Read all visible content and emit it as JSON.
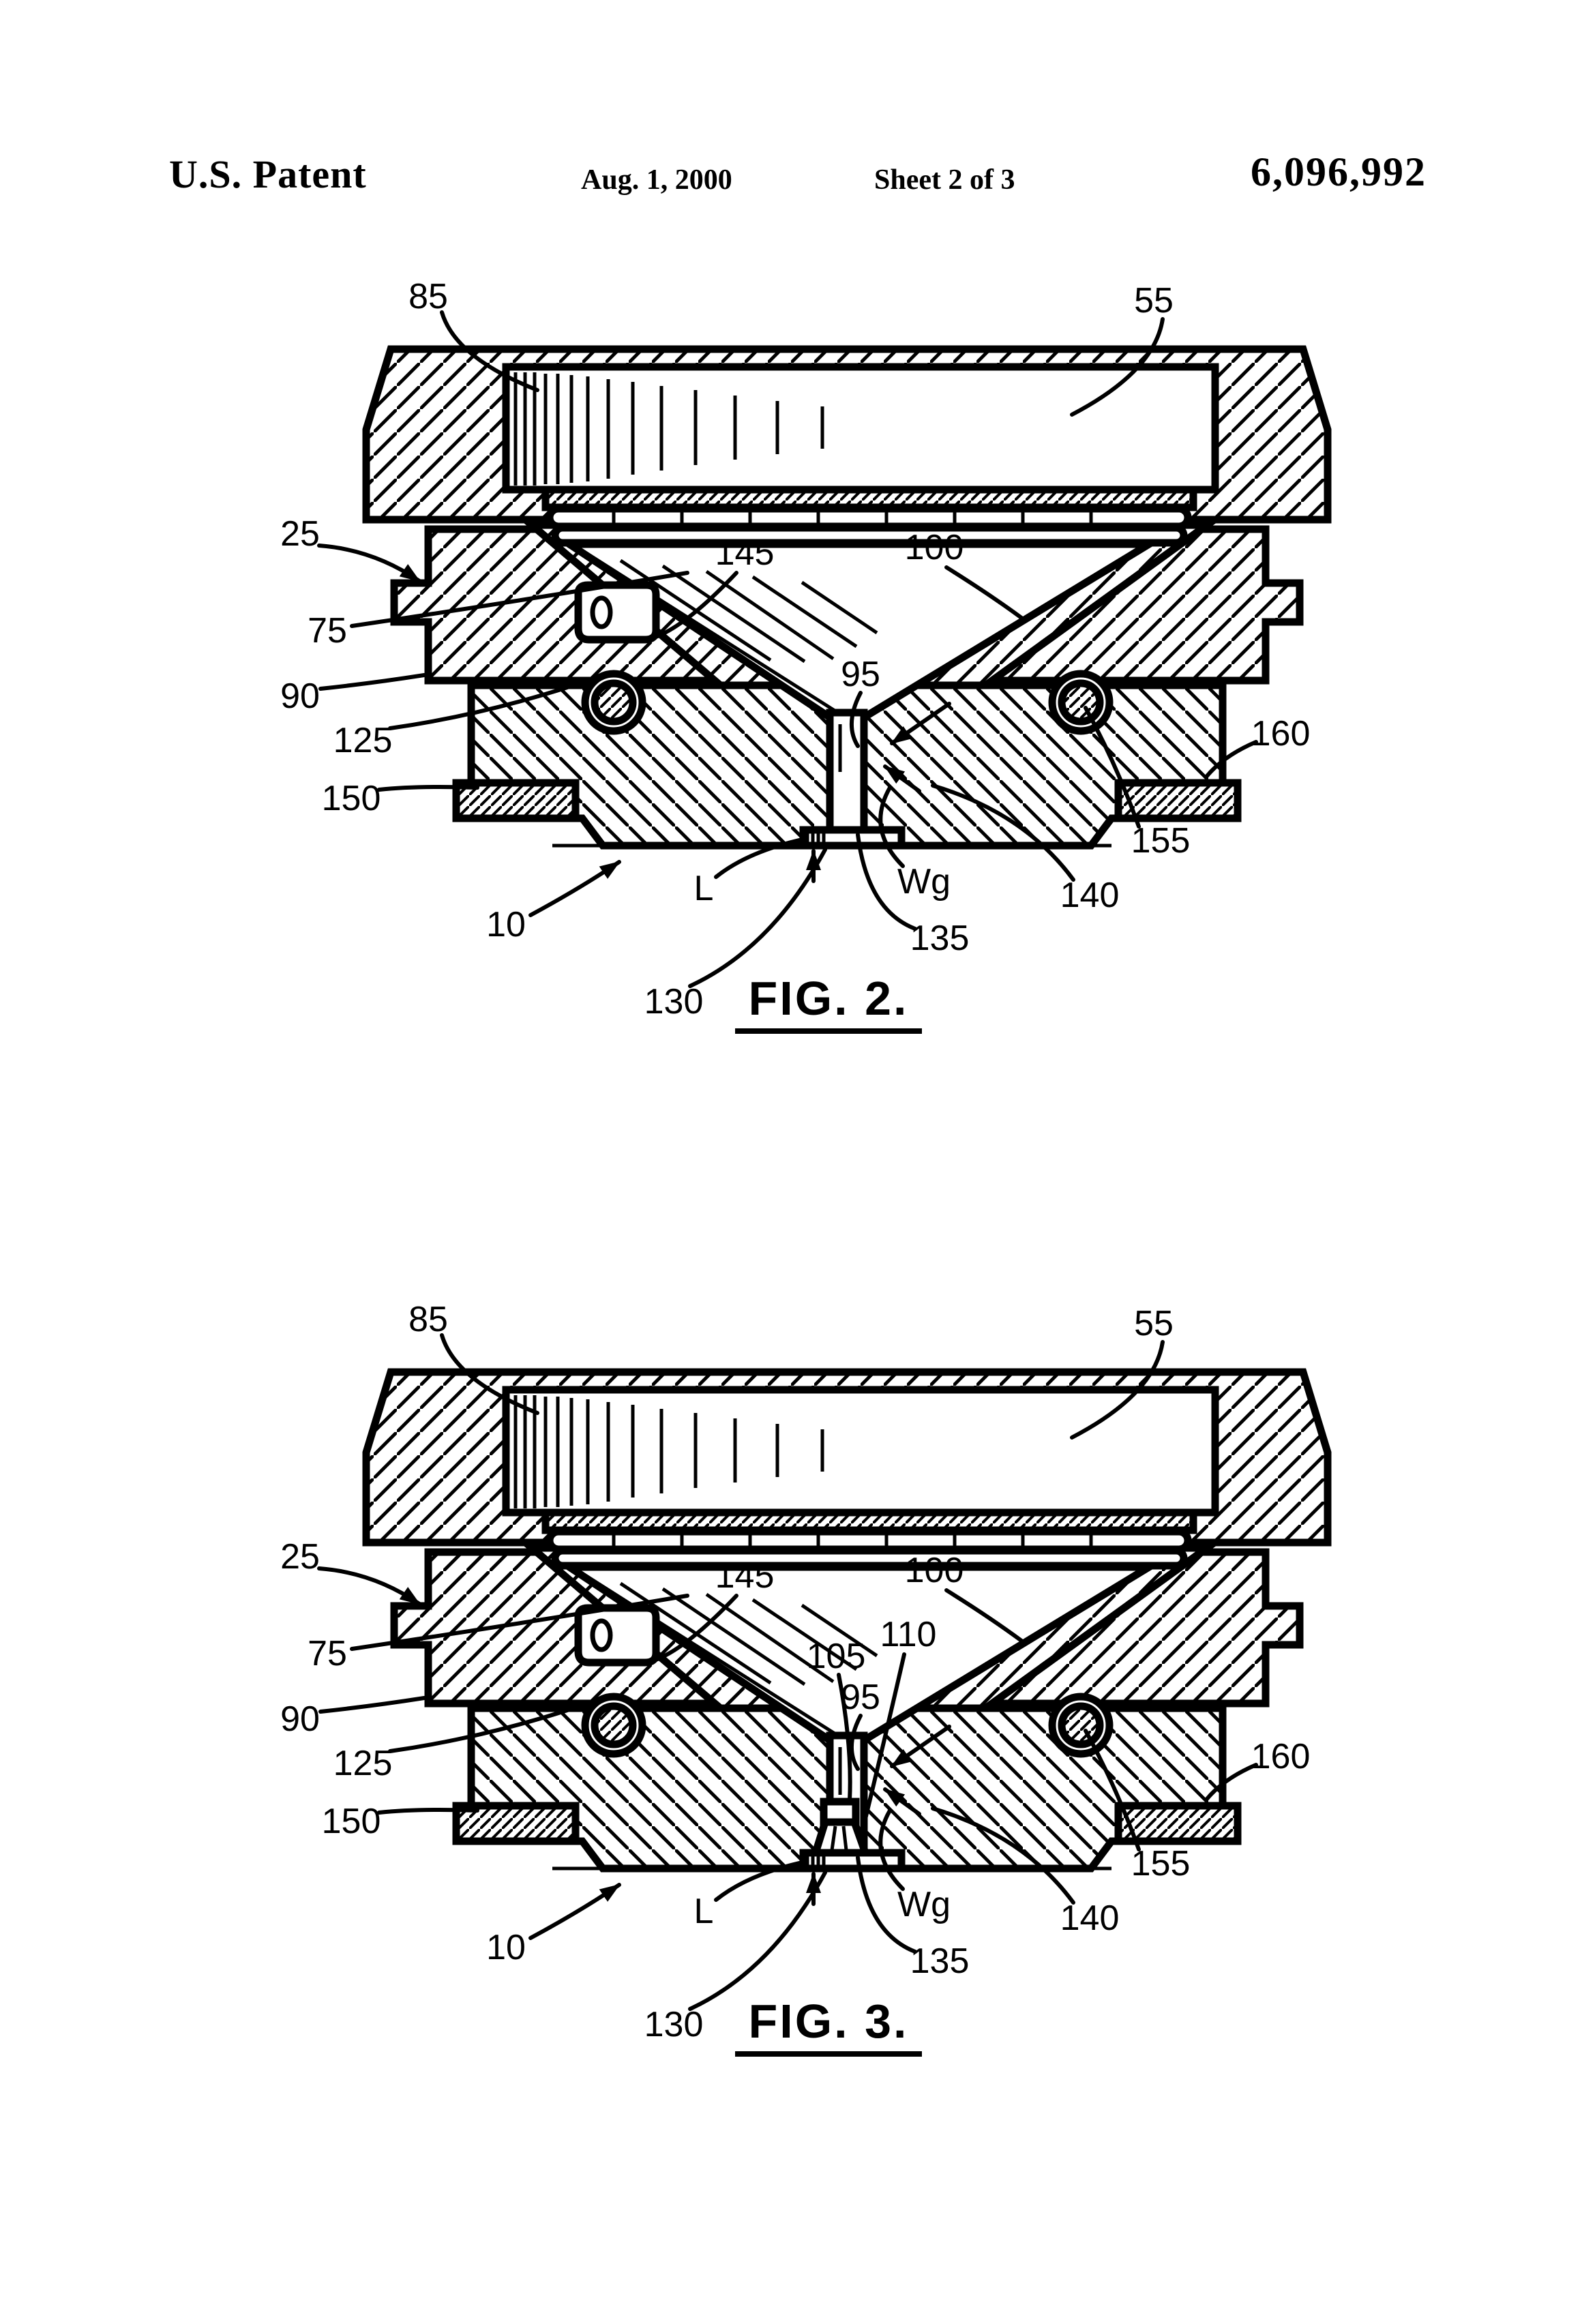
{
  "page": {
    "background": "#ffffff",
    "ink": "#000000"
  },
  "header": {
    "title": "U.S. Patent",
    "date": "Aug. 1, 2000",
    "sheet": "Sheet 2 of 3",
    "patent_number": "6,096,992"
  },
  "figures": {
    "fig2": {
      "caption": "FIG. 2.",
      "labels": {
        "l85": "85",
        "l55": "55",
        "l25": "25",
        "l75": "75",
        "l90": "90",
        "l125": "125",
        "l150": "150",
        "l145": "145",
        "l100": "100",
        "l95": "95",
        "l160": "160",
        "l155": "155",
        "l140": "140",
        "lWg": "Wg",
        "lL": "L",
        "l135": "135",
        "l10": "10",
        "l130": "130"
      }
    },
    "fig3": {
      "caption": "FIG. 3.",
      "labels": {
        "l85": "85",
        "l55": "55",
        "l25": "25",
        "l75": "75",
        "l90": "90",
        "l125": "125",
        "l150": "150",
        "l145": "145",
        "l100": "100",
        "l95": "95",
        "l105": "105",
        "l110": "110",
        "l160": "160",
        "l155": "155",
        "l140": "140",
        "lWg": "Wg",
        "lL": "L",
        "l135": "135",
        "l10": "10",
        "l130": "130"
      }
    }
  }
}
